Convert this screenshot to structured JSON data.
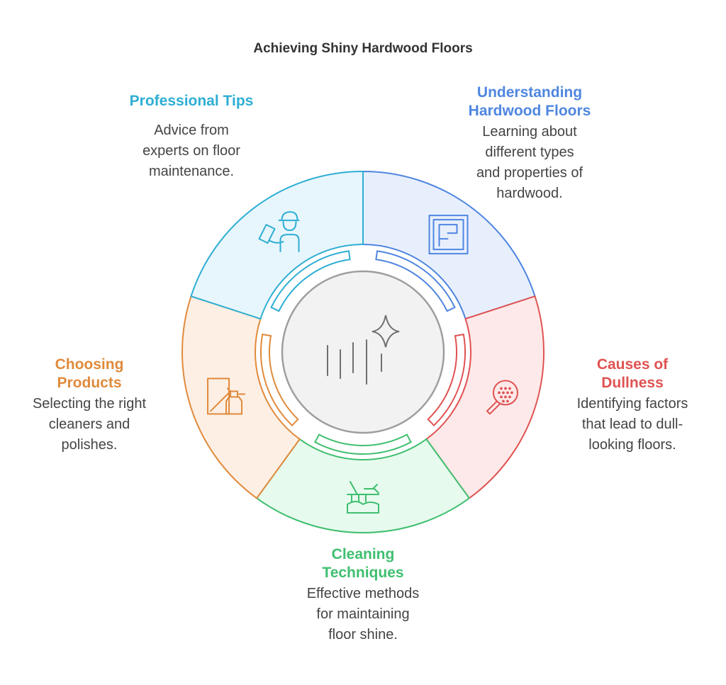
{
  "title": "Achieving Shiny Hardwood Floors",
  "segments": [
    {
      "heading": [
        "Understanding",
        "Hardwood Floors"
      ],
      "description": [
        "Learning about",
        "different types",
        "and properties of",
        "hardwood."
      ],
      "icon": "floor-plan-icon",
      "color": "#4f86e0",
      "fill": "#e8effc"
    },
    {
      "heading": [
        "Causes of",
        "Dullness"
      ],
      "description": [
        "Identifying factors",
        "that lead to dull-",
        "looking floors."
      ],
      "icon": "magnifier-icon",
      "color": "#e05252",
      "fill": "#fde9e9"
    },
    {
      "heading": [
        "Cleaning",
        "Techniques"
      ],
      "description": [
        "Effective methods",
        "for maintaining",
        "floor shine."
      ],
      "icon": "vacuum-cleaning-icon",
      "color": "#3fbf6f",
      "fill": "#e7faee"
    },
    {
      "heading": [
        "Choosing",
        "Products"
      ],
      "description": [
        "Selecting the right",
        "cleaners and",
        "polishes."
      ],
      "icon": "spray-bottle-icon",
      "color": "#e08a3c",
      "fill": "#fdefe3"
    },
    {
      "heading": [
        "Professional Tips"
      ],
      "description": [
        "Advice from",
        "experts on floor",
        "maintenance."
      ],
      "icon": "worker-icon",
      "color": "#2eaed4",
      "fill": "#e7f6fc"
    }
  ],
  "center_icon": "sparkle-shine-icon"
}
